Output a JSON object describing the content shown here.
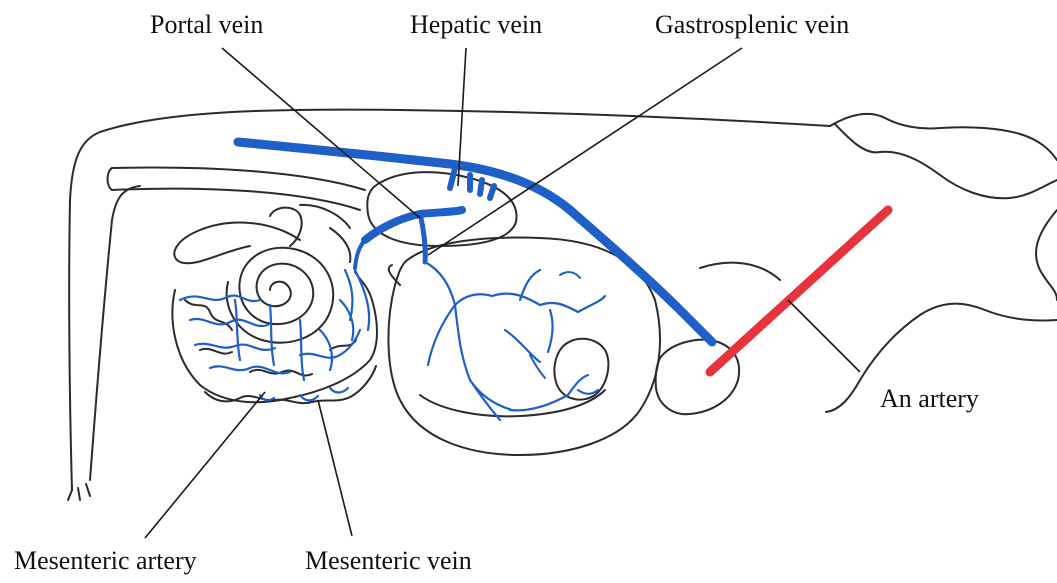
{
  "labels": {
    "portal_vein": "Portal vein",
    "hepatic_vein": "Hepatic vein",
    "gastrosplenic_vein": "Gastrosplenic vein",
    "an_artery": "An artery",
    "mesenteric_artery": "Mesenteric artery",
    "mesenteric_vein": "Mesenteric vein"
  },
  "colors": {
    "vein": "#1f5fc8",
    "artery": "#e8323c",
    "outline": "#2b2b2b",
    "background": "#ffffff"
  }
}
